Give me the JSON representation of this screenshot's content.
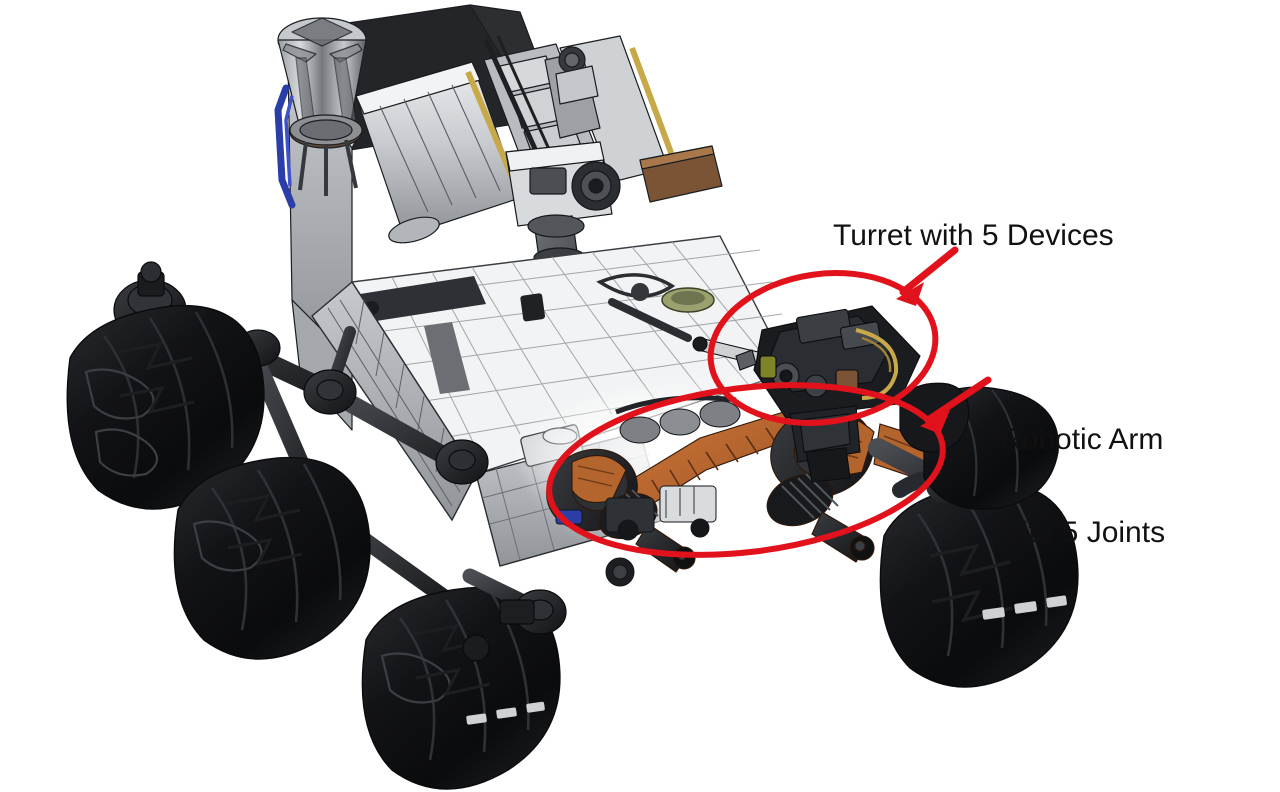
{
  "image": {
    "subject": "Mars rover CAD cutaway rendering",
    "background_color": "#ffffff"
  },
  "annotations": {
    "accent_color": "#e1121b",
    "text_color": "#111111",
    "items": [
      {
        "id": "turret",
        "label": "Turret with 5 Devices",
        "lines": [
          "Turret with 5 Devices"
        ],
        "marker": "ellipse",
        "arrow": "arrow-down-left"
      },
      {
        "id": "arm",
        "label": "Robotic Arm with 5 Joints",
        "line1": "Robotic Arm",
        "line2": "with 5 Joints",
        "marker": "ellipse",
        "arrow": "arrow-down-left"
      }
    ]
  },
  "rover": {
    "name": "Mars Science Laboratory rover",
    "parts": {
      "rtg": "radioisotope-thermoelectric-generator",
      "deck": "rover-equipment-deck",
      "mast": "remote-sensing-mast",
      "arm": "robotic-arm",
      "turret": "turret-assembly",
      "wheels": "six-wheel-rocker-bogie"
    },
    "colors": {
      "body_light": "#e9eaec",
      "body_mid": "#b9bcc0",
      "body_dark": "#7e8287",
      "structure_black": "#15161a",
      "wheel_black": "#0d0e10",
      "arm_copper": "#c4682c",
      "arm_copper_dark": "#8d4a1f",
      "accent_blue": "#2b3ea8",
      "accent_gold": "#c8a94a"
    }
  }
}
